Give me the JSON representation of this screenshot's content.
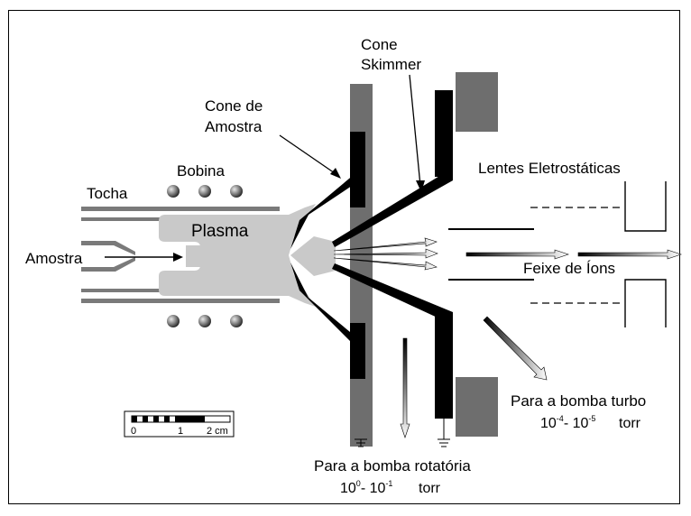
{
  "labels": {
    "cone_skimmer_line1": "Cone",
    "cone_skimmer_line2": "Skimmer",
    "cone_amostra_line1": "Cone de",
    "cone_amostra_line2": "Amostra",
    "bobina": "Bobina",
    "tocha": "Tocha",
    "plasma": "Plasma",
    "amostra": "Amostra",
    "lentes": "Lentes Eletrostáticas",
    "feixe": "Feixe de Íons",
    "turbo_line1": "Para a bomba turbo",
    "turbo_pressure_a": "10",
    "turbo_exp_a": "-4",
    "turbo_pressure_b": "- 10",
    "turbo_exp_b": "-5",
    "turbo_unit": "torr",
    "rot_line1": "Para a bomba rotatória",
    "rot_pressure_a": "10",
    "rot_exp_a": "0",
    "rot_pressure_b": "- 10",
    "rot_exp_b": "-1",
    "rot_unit": "torr"
  },
  "scale_bar": {
    "tick_0": "0",
    "tick_1": "1",
    "tick_2": "2 cm"
  },
  "colors": {
    "dark_gray": "#6e6e6e",
    "light_gray": "#c9c9c9",
    "black": "#000000",
    "torch_gray": "#7a7a7a"
  }
}
